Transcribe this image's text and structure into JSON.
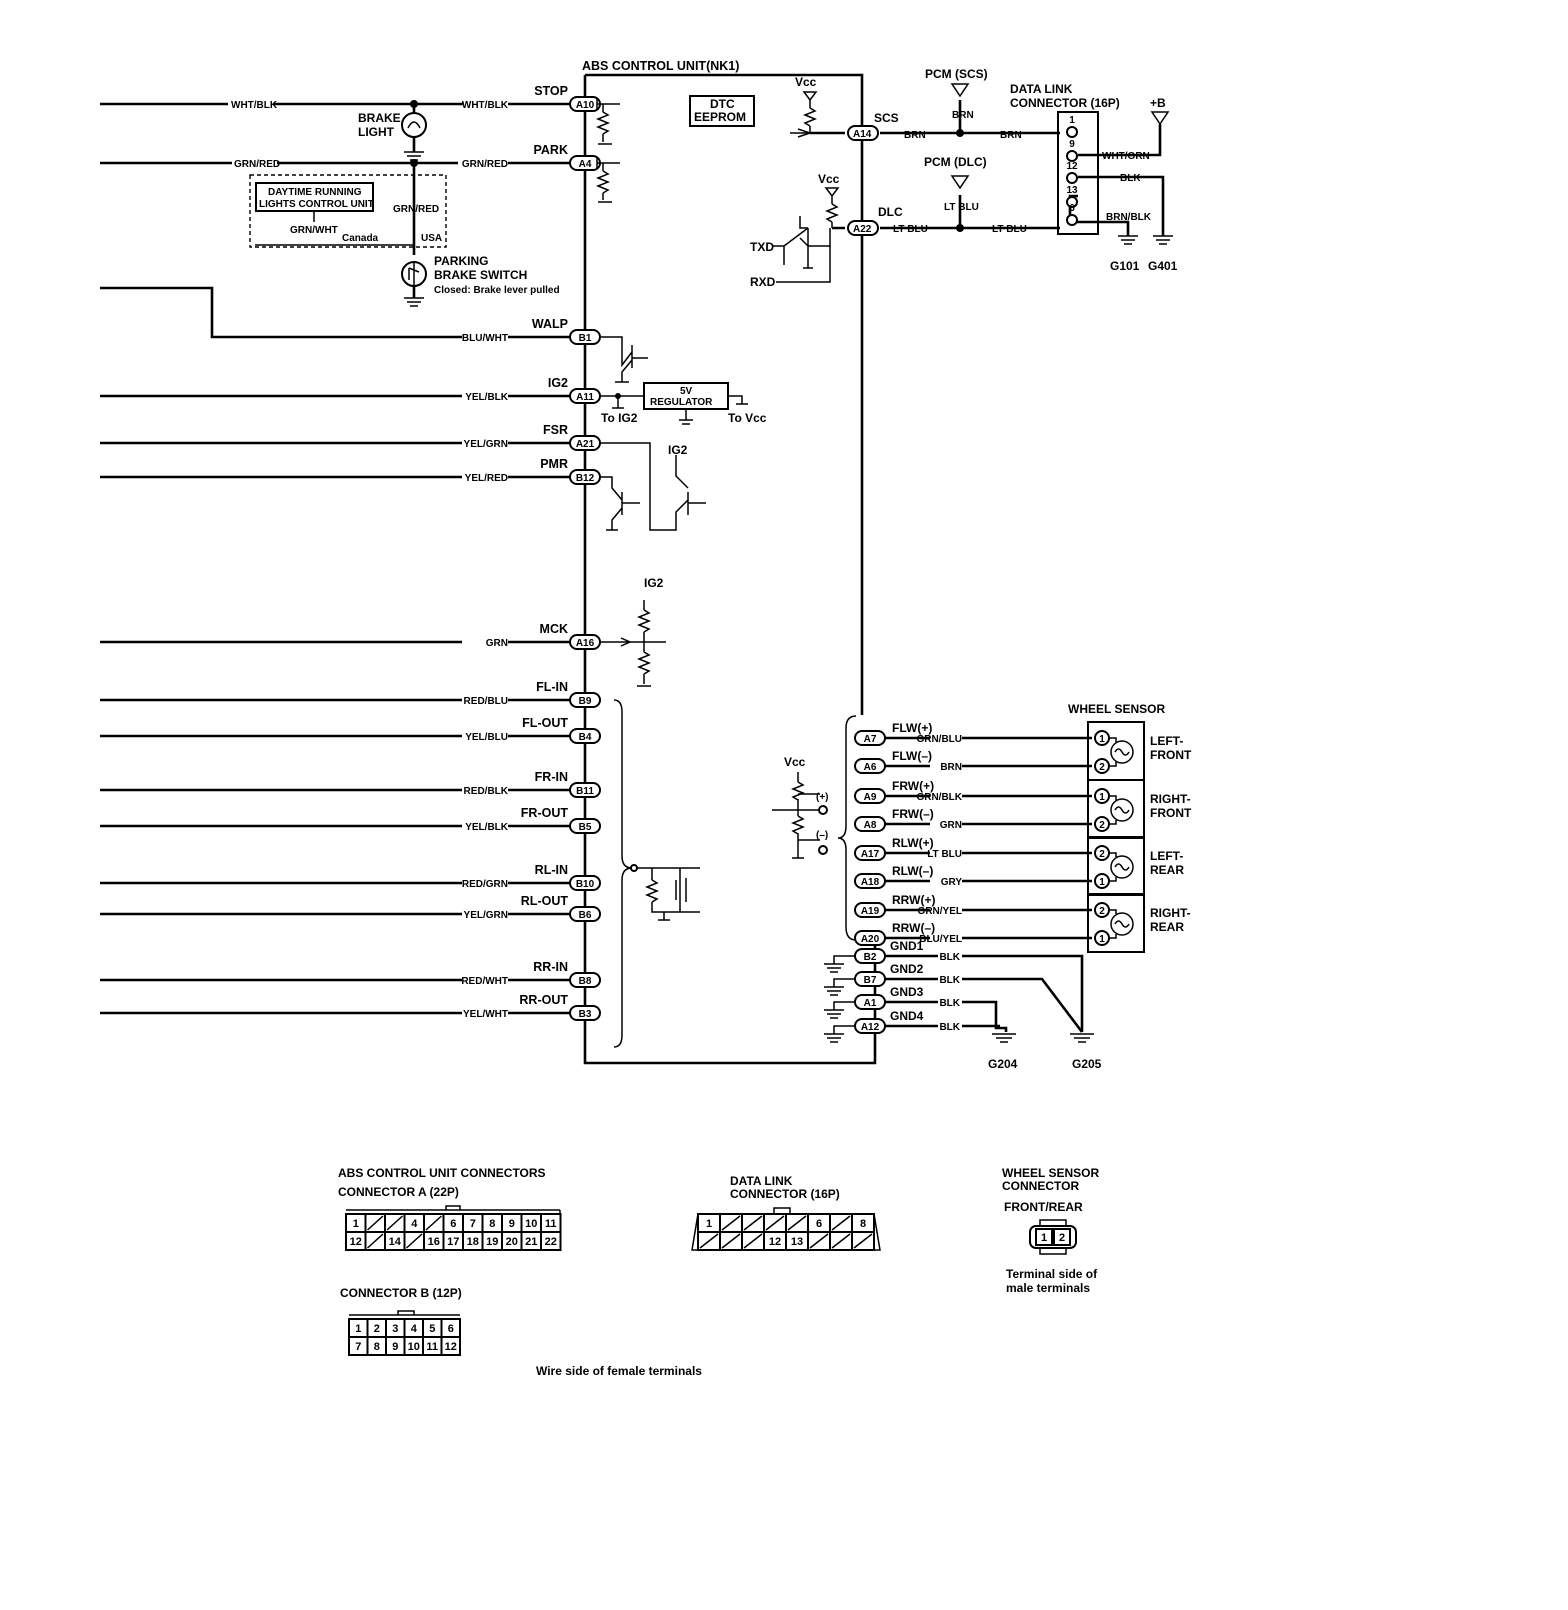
{
  "unit": {
    "title": "ABS CONTROL UNIT(NK1)",
    "dtc_line1": "DTC",
    "dtc_line2": "EEPROM",
    "vcc": "Vcc",
    "regulator_line1": "5V",
    "regulator_line2": "REGULATOR",
    "to_ig2": "To IG2",
    "to_vcc": "To Vcc",
    "ig2": "IG2",
    "txd": "TXD",
    "rxd": "RXD",
    "plus": "(+)",
    "minus": "(–)"
  },
  "left_terminals": [
    {
      "signal": "STOP",
      "pin": "A10",
      "wire": "WHT/BLK"
    },
    {
      "signal": "PARK",
      "pin": "A4",
      "wire": "GRN/RED"
    },
    {
      "signal": "WALP",
      "pin": "B1",
      "wire": "BLU/WHT"
    },
    {
      "signal": "IG2",
      "pin": "A11",
      "wire": "YEL/BLK"
    },
    {
      "signal": "FSR",
      "pin": "A21",
      "wire": "YEL/GRN"
    },
    {
      "signal": "PMR",
      "pin": "B12",
      "wire": "YEL/RED"
    },
    {
      "signal": "MCK",
      "pin": "A16",
      "wire": "GRN"
    },
    {
      "signal": "FL-IN",
      "pin": "B9",
      "wire": "RED/BLU"
    },
    {
      "signal": "FL-OUT",
      "pin": "B4",
      "wire": "YEL/BLU"
    },
    {
      "signal": "FR-IN",
      "pin": "B11",
      "wire": "RED/BLK"
    },
    {
      "signal": "FR-OUT",
      "pin": "B5",
      "wire": "YEL/BLK"
    },
    {
      "signal": "RL-IN",
      "pin": "B10",
      "wire": "RED/GRN"
    },
    {
      "signal": "RL-OUT",
      "pin": "B6",
      "wire": "YEL/GRN"
    },
    {
      "signal": "RR-IN",
      "pin": "B8",
      "wire": "RED/WHT"
    },
    {
      "signal": "RR-OUT",
      "pin": "B3",
      "wire": "YEL/WHT"
    }
  ],
  "left_extra": {
    "stop_input_wire": "WHT/BLK",
    "park_input_wire": "GRN/RED",
    "brake_light_1": "BRAKE",
    "brake_light_2": "LIGHT",
    "drl_1": "DAYTIME RUNNING",
    "drl_2": "LIGHTS CONTROL UNIT",
    "drl_wire": "GRN/WHT",
    "canada": "Canada",
    "usa_wire": "GRN/RED",
    "usa": "USA",
    "pbs_1": "PARKING",
    "pbs_2": "BRAKE SWITCH",
    "pbs_3": "Closed: Brake lever pulled"
  },
  "top_right": {
    "scs_signal": "SCS",
    "scs_pin": "A14",
    "scs_wire_a": "BRN",
    "scs_wire_b": "BRN",
    "scs_wire_c": "BRN",
    "pcm_scs": "PCM (SCS)",
    "dlc_signal": "DLC",
    "dlc_pin": "A22",
    "dlc_wire_a": "LT BLU",
    "dlc_wire_b": "LT BLU",
    "dlc_wire_c": "LT BLU",
    "pcm_dlc": "PCM (DLC)",
    "dlc_title_1": "DATA LINK",
    "dlc_title_2": "CONNECTOR (16P)",
    "b_plus": "+B",
    "pins": [
      "1",
      "9",
      "12",
      "13",
      "6"
    ],
    "wire_9": "WHT/GRN",
    "wire_12": "BLK",
    "wire_6": "BRN/BLK",
    "g101": "G101",
    "g401": "G401"
  },
  "wheel_sensor": {
    "title": "WHEEL SENSOR",
    "terminals": [
      {
        "signal": "FLW(+)",
        "pin": "A7",
        "wire": "GRN/BLU"
      },
      {
        "signal": "FLW(–)",
        "pin": "A6",
        "wire": "BRN"
      },
      {
        "signal": "FRW(+)",
        "pin": "A9",
        "wire": "GRN/BLK"
      },
      {
        "signal": "FRW(–)",
        "pin": "A8",
        "wire": "GRN"
      },
      {
        "signal": "RLW(+)",
        "pin": "A17",
        "wire": "LT BLU"
      },
      {
        "signal": "RLW(–)",
        "pin": "A18",
        "wire": "GRY"
      },
      {
        "signal": "RRW(+)",
        "pin": "A19",
        "wire": "GRN/YEL"
      },
      {
        "signal": "RRW(–)",
        "pin": "A20",
        "wire": "BLU/YEL"
      }
    ],
    "sensors": [
      {
        "l1": "LEFT-",
        "l2": "FRONT",
        "p_top": "1",
        "p_bot": "2"
      },
      {
        "l1": "RIGHT-",
        "l2": "FRONT",
        "p_top": "1",
        "p_bot": "2"
      },
      {
        "l1": "LEFT-",
        "l2": "REAR",
        "p_top": "2",
        "p_bot": "1"
      },
      {
        "l1": "RIGHT-",
        "l2": "REAR",
        "p_top": "2",
        "p_bot": "1"
      }
    ]
  },
  "grounds": {
    "terminals": [
      {
        "signal": "GND1",
        "pin": "B2",
        "wire": "BLK"
      },
      {
        "signal": "GND2",
        "pin": "B7",
        "wire": "BLK"
      },
      {
        "signal": "GND3",
        "pin": "A1",
        "wire": "BLK"
      },
      {
        "signal": "GND4",
        "pin": "A12",
        "wire": "BLK"
      }
    ],
    "g204": "G204",
    "g205": "G205"
  },
  "connectors": {
    "abs_title": "ABS CONTROL UNIT CONNECTORS",
    "conn_a_title": "CONNECTOR A  (22P)",
    "conn_a_row1": [
      "1",
      "",
      "",
      "4",
      "",
      "6",
      "7",
      "8",
      "9",
      "10",
      "11"
    ],
    "conn_a_row2": [
      "12",
      "",
      "14",
      "",
      "16",
      "17",
      "18",
      "19",
      "20",
      "21",
      "22"
    ],
    "conn_b_title": "CONNECTOR B  (12P)",
    "conn_b_row1": [
      "1",
      "2",
      "3",
      "4",
      "5",
      "6"
    ],
    "conn_b_row2": [
      "7",
      "8",
      "9",
      "10",
      "11",
      "12"
    ],
    "wire_side_note": "Wire side of female terminals",
    "dlc_title_1": "DATA LINK",
    "dlc_title_2": "CONNECTOR (16P)",
    "dlc_row1": [
      "1",
      "",
      "",
      "",
      "",
      "6",
      "",
      "8"
    ],
    "dlc_row2": [
      "",
      "",
      "",
      "12",
      "13",
      "",
      "",
      ""
    ],
    "ws_title_1": "WHEEL SENSOR",
    "ws_title_2": "CONNECTOR",
    "ws_sub": "FRONT/REAR",
    "ws_pins": [
      "1",
      "2"
    ],
    "ws_note_1": "Terminal side of",
    "ws_note_2": "male terminals"
  }
}
